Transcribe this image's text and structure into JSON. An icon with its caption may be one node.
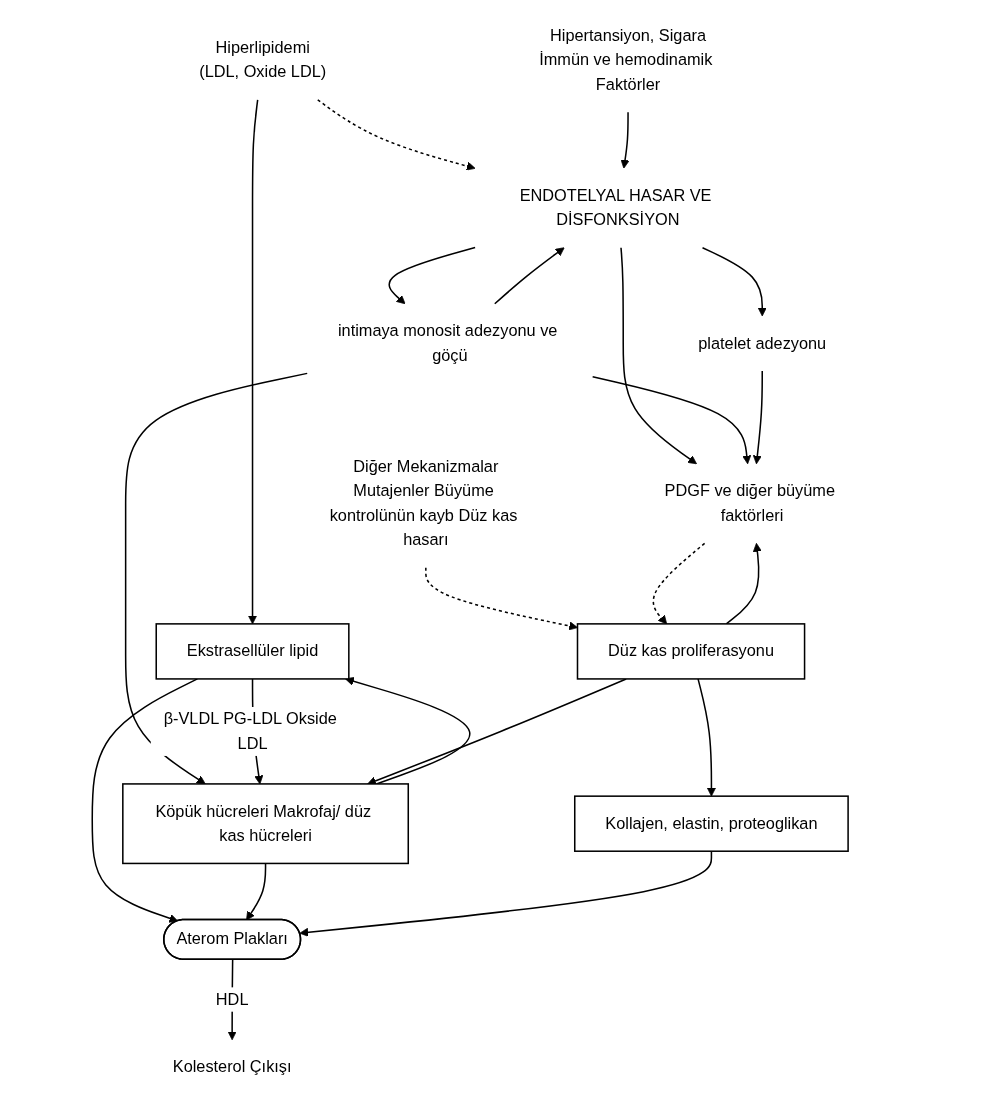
{
  "diagram": {
    "nodes": [
      {
        "text": [
          "Hiperlipidemi",
          "(LDL, Oxide LDL)"
        ]
      },
      {
        "text": [
          "Hipertansiyon, Sigara",
          "İmmün ve hemodinamik Faktörler"
        ]
      },
      {
        "text": [
          "ENDOTELYAL HASAR VE DİSFONKSİYON"
        ]
      },
      {
        "text": [
          "intimaya monosit adezyonu ve göçü"
        ]
      },
      {
        "text": [
          "platelet adezyonu"
        ]
      },
      {
        "text": [
          "Diğer Mekanizmalar",
          "Mutajenler Büyüme kontrolünün kayb Düz kas hasarı"
        ]
      },
      {
        "text": [
          "PDGF ve diğer büyüme faktörleri"
        ]
      },
      {
        "text": [
          "Ekstrasellüler lipid"
        ]
      },
      {
        "text": [
          "Köpük hücreleri Makrofaj/ düz kas hücreleri"
        ]
      },
      {
        "text": [
          "Düz kas proliferasyonu"
        ]
      },
      {
        "text": [
          "Kollajen, elastin, proteoglikan"
        ]
      },
      {
        "text": [
          "Aterom Plakları"
        ]
      },
      {
        "text": [
          "Kolesterol Çıkışı"
        ]
      }
    ],
    "edges": [
      {
        "from": 0,
        "to": 7,
        "arrow": "to"
      },
      {
        "from": 0,
        "to": 2,
        "arrow": "to",
        "style": "dashed"
      },
      {
        "from": 1,
        "to": 2,
        "arrow": "to"
      },
      {
        "from": 2,
        "to": 3,
        "arrow": "to"
      },
      {
        "from": 3,
        "to": 2,
        "arrow": "to"
      },
      {
        "from": 2,
        "to": 6,
        "arrow": "to"
      },
      {
        "from": 2,
        "to": 4,
        "arrow": "to"
      },
      {
        "from": 3,
        "to": 6,
        "arrow": "to"
      },
      {
        "from": 3,
        "to": 8,
        "arrow": "to"
      },
      {
        "from": 4,
        "to": 6,
        "arrow": "to"
      },
      {
        "from": 5,
        "to": 9,
        "arrow": "to",
        "style": "dashed"
      },
      {
        "from": 9,
        "to": 6,
        "arrow": "to"
      },
      {
        "from": 6,
        "to": 9,
        "arrow": "to",
        "style": "dashed"
      },
      {
        "from": 7,
        "to": 8,
        "arrow": "to",
        "label": "β-VLDL PG-LDL Okside LDL"
      },
      {
        "from": 8,
        "to": 7,
        "arrow": "to"
      },
      {
        "from": 9,
        "to": 8,
        "arrow": "to"
      },
      {
        "from": 9,
        "to": 10,
        "arrow": "to"
      },
      {
        "from": 7,
        "to": 11,
        "arrow": "to"
      },
      {
        "from": 8,
        "to": 11,
        "arrow": "to"
      },
      {
        "from": 10,
        "to": 11,
        "arrow": "to"
      },
      {
        "from": 11,
        "to": 12,
        "arrow": "to",
        "label": "HDL"
      }
    ]
  }
}
